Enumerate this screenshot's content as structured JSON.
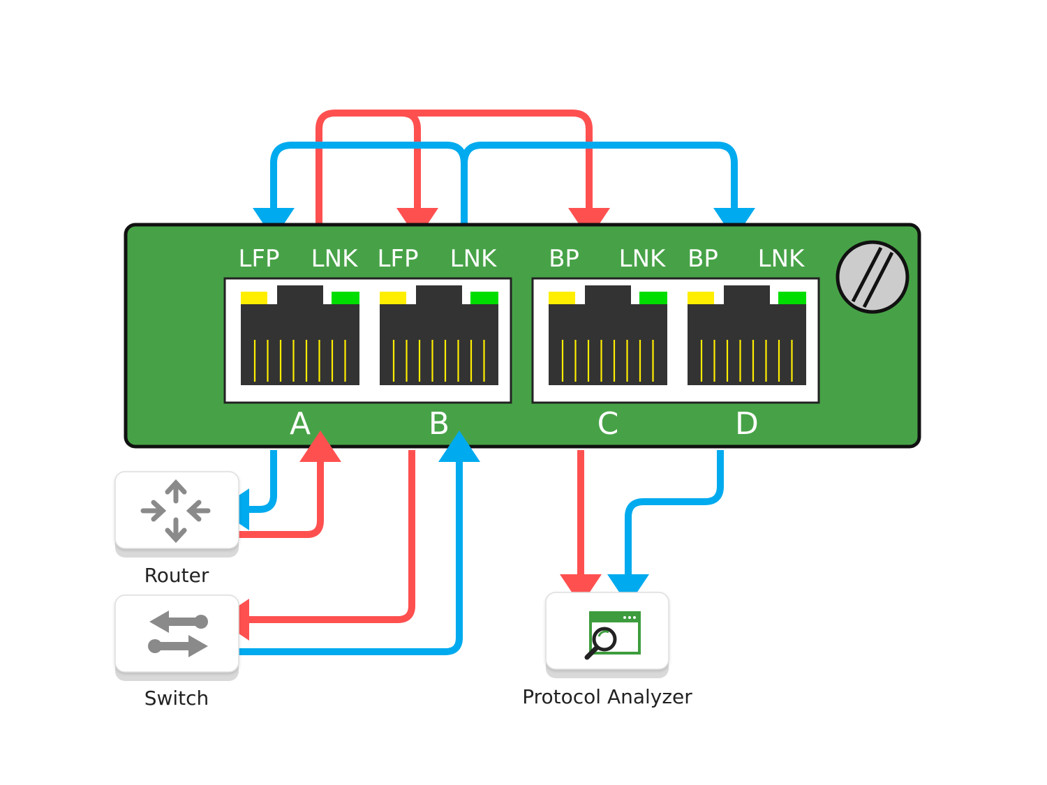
{
  "colors": {
    "board": "#47a247",
    "board_border": "#111111",
    "port_body": "#333333",
    "port_frame": "#ffffff",
    "led_yellow": "#ffee00",
    "led_green": "#00dd00",
    "pins": "#ffee00",
    "red_line": "#ff5050",
    "blue_line": "#00aaee",
    "screw": "#cccccc",
    "device_card": "#ffffff",
    "icon_gray": "#8a8a8a",
    "analyzer_green": "#3d9c3d"
  },
  "ports": [
    {
      "led_left_label": "LFP",
      "led_right_label": "LNK",
      "name": "A"
    },
    {
      "led_left_label": "LFP",
      "led_right_label": "LNK",
      "name": "B"
    },
    {
      "led_left_label": "BP",
      "led_right_label": "LNK",
      "name": "C"
    },
    {
      "led_left_label": "BP",
      "led_right_label": "LNK",
      "name": "D"
    }
  ],
  "devices": {
    "router": {
      "label": "Router",
      "icon": "router-icon"
    },
    "switch": {
      "label": "Switch",
      "icon": "switch-icon"
    },
    "analyzer": {
      "label": "Protocol Analyzer",
      "icon": "protocol-analyzer-icon"
    }
  },
  "screw_icon": "screw-icon"
}
